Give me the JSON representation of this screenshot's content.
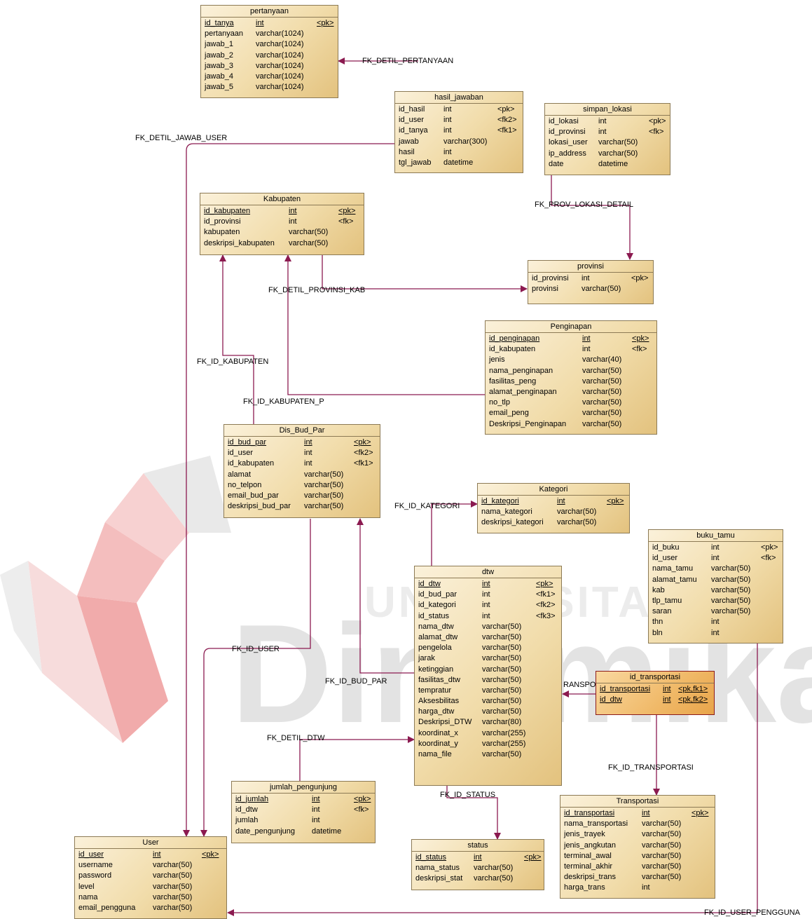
{
  "watermark": {
    "text_upper": "UNIVERSITAS",
    "text_large": "Dinamika"
  },
  "fk_labels": [
    "FK_DETIL_PERTANYAAN",
    "FK_DETIL_JAWAB_USER",
    "FK_PROV_LOKASI_DETAIL",
    "FK_DETIL_PROVINSI_KAB",
    "FK_ID_KABUPATEN",
    "FK_ID_KABUPATEN_P",
    "FK_ID_KATEGORI",
    "FK_ID_USER",
    "FK_ID_BUD_PAR",
    "RANSPO",
    "FK_DETIL_DTW",
    "FK_ID_TRANSPORTASI",
    "FK_ID_STATUS",
    "FK_ID_USER_PENGGUNA"
  ],
  "tables": [
    {
      "name": "pertanyaan",
      "rows": [
        [
          "id_tanya",
          "int",
          "<pk>"
        ],
        [
          "pertanyaan",
          "varchar(1024)",
          ""
        ],
        [
          "jawab_1",
          "varchar(1024)",
          ""
        ],
        [
          "jawab_2",
          "varchar(1024)",
          ""
        ],
        [
          "jawab_3",
          "varchar(1024)",
          ""
        ],
        [
          "jawab_4",
          "varchar(1024)",
          ""
        ],
        [
          "jawab_5",
          "varchar(1024)",
          ""
        ]
      ]
    },
    {
      "name": "hasil_jawaban",
      "rows": [
        [
          "id_hasil",
          "int",
          "<pk>"
        ],
        [
          "id_user",
          "int",
          "<fk2>"
        ],
        [
          "id_tanya",
          "int",
          "<fk1>"
        ],
        [
          "jawab",
          "varchar(300)",
          ""
        ],
        [
          "hasil",
          "int",
          ""
        ],
        [
          "tgl_jawab",
          "datetime",
          ""
        ]
      ]
    },
    {
      "name": "simpan_lokasi",
      "rows": [
        [
          "id_lokasi",
          "int",
          "<pk>"
        ],
        [
          "id_provinsi",
          "int",
          "<fk>"
        ],
        [
          "lokasi_user",
          "varchar(50)",
          ""
        ],
        [
          "ip_address",
          "varchar(50)",
          ""
        ],
        [
          "date",
          "datetime",
          ""
        ]
      ]
    },
    {
      "name": "Kabupaten",
      "rows": [
        [
          "id_kabupaten",
          "int",
          "<pk>"
        ],
        [
          "id_provinsi",
          "int",
          "<fk>"
        ],
        [
          "kabupaten",
          "varchar(50)",
          ""
        ],
        [
          "deskripsi_kabupaten",
          "varchar(50)",
          ""
        ]
      ]
    },
    {
      "name": "provinsi",
      "rows": [
        [
          "id_provinsi",
          "int",
          "<pk>"
        ],
        [
          "provinsi",
          "varchar(50)",
          ""
        ]
      ]
    },
    {
      "name": "Penginapan",
      "rows": [
        [
          "id_penginapan",
          "int",
          "<pk>"
        ],
        [
          "id_kabupaten",
          "int",
          "<fk>"
        ],
        [
          "jenis",
          "varchar(40)",
          ""
        ],
        [
          "nama_penginapan",
          "varchar(50)",
          ""
        ],
        [
          "fasilitas_peng",
          "varchar(50)",
          ""
        ],
        [
          "alamat_penginapan",
          "varchar(50)",
          ""
        ],
        [
          "no_tlp",
          "varchar(50)",
          ""
        ],
        [
          "email_peng",
          "varchar(50)",
          ""
        ],
        [
          "Deskripsi_Penginapan",
          "varchar(50)",
          ""
        ]
      ]
    },
    {
      "name": "Dis_Bud_Par",
      "rows": [
        [
          "id_bud_par",
          "int",
          "<pk>"
        ],
        [
          "id_user",
          "int",
          "<fk2>"
        ],
        [
          "id_kabupaten",
          "int",
          "<fk1>"
        ],
        [
          "alamat",
          "varchar(50)",
          ""
        ],
        [
          "no_telpon",
          "varchar(50)",
          ""
        ],
        [
          "email_bud_par",
          "varchar(50)",
          ""
        ],
        [
          "deskripsi_bud_par",
          "varchar(50)",
          ""
        ]
      ]
    },
    {
      "name": "Kategori",
      "rows": [
        [
          "id_kategori",
          "int",
          "<pk>"
        ],
        [
          "nama_kategori",
          "varchar(50)",
          ""
        ],
        [
          "deskripsi_kategori",
          "varchar(50)",
          ""
        ]
      ]
    },
    {
      "name": "buku_tamu",
      "rows": [
        [
          "id_buku",
          "int",
          "<pk>"
        ],
        [
          "id_user",
          "int",
          "<fk>"
        ],
        [
          "nama_tamu",
          "varchar(50)",
          ""
        ],
        [
          "alamat_tamu",
          "varchar(50)",
          ""
        ],
        [
          "kab",
          "varchar(50)",
          ""
        ],
        [
          "tlp_tamu",
          "varchar(50)",
          ""
        ],
        [
          "saran",
          "varchar(50)",
          ""
        ],
        [
          "thn",
          "int",
          ""
        ],
        [
          "bln",
          "int",
          ""
        ]
      ]
    },
    {
      "name": "dtw",
      "rows": [
        [
          "id_dtw",
          "int",
          "<pk>"
        ],
        [
          "id_bud_par",
          "int",
          "<fk1>"
        ],
        [
          "id_kategori",
          "int",
          "<fk2>"
        ],
        [
          "id_status",
          "int",
          "<fk3>"
        ],
        [
          "nama_dtw",
          "varchar(50)",
          ""
        ],
        [
          "alamat_dtw",
          "varchar(50)",
          ""
        ],
        [
          "pengelola",
          "varchar(50)",
          ""
        ],
        [
          "jarak",
          "varchar(50)",
          ""
        ],
        [
          "ketinggian",
          "varchar(50)",
          ""
        ],
        [
          "fasilitas_dtw",
          "varchar(50)",
          ""
        ],
        [
          "tempratur",
          "varchar(50)",
          ""
        ],
        [
          "Aksesbilitas",
          "varchar(50)",
          ""
        ],
        [
          "harga_dtw",
          "varchar(50)",
          ""
        ],
        [
          "Deskripsi_DTW",
          "varchar(80)",
          ""
        ],
        [
          "koordinat_x",
          "varchar(255)",
          ""
        ],
        [
          "koordinat_y",
          "varchar(255)",
          ""
        ],
        [
          "nama_file",
          "varchar(50)",
          ""
        ]
      ]
    },
    {
      "name": "id_transportasi",
      "rows": [
        [
          "id_transportasi",
          "int",
          "<pk,fk1>"
        ],
        [
          "id_dtw",
          "int",
          "<pk,fk2>"
        ]
      ]
    },
    {
      "name": "jumlah_pengunjung",
      "rows": [
        [
          "id_jumlah",
          "int",
          "<pk>"
        ],
        [
          "id_dtw",
          "int",
          "<fk>"
        ],
        [
          "jumlah",
          "int",
          ""
        ],
        [
          "date_pengunjung",
          "datetime",
          ""
        ]
      ]
    },
    {
      "name": "Transportasi",
      "rows": [
        [
          "id_transportasi",
          "int",
          "<pk>"
        ],
        [
          "nama_transportasi",
          "varchar(50)",
          ""
        ],
        [
          "jenis_trayek",
          "varchar(50)",
          ""
        ],
        [
          "jenis_angkutan",
          "varchar(50)",
          ""
        ],
        [
          "terminal_awal",
          "varchar(50)",
          ""
        ],
        [
          "terminal_akhir",
          "varchar(50)",
          ""
        ],
        [
          "deskripsi_trans",
          "varchar(50)",
          ""
        ],
        [
          "harga_trans",
          "int",
          ""
        ]
      ]
    },
    {
      "name": "status",
      "rows": [
        [
          "id_status",
          "int",
          "<pk>"
        ],
        [
          "nama_status",
          "varchar(50)",
          ""
        ],
        [
          "deskripsi_stat",
          "varchar(50)",
          ""
        ]
      ]
    },
    {
      "name": "User",
      "rows": [
        [
          "id_user",
          "int",
          "<pk>"
        ],
        [
          "username",
          "varchar(50)",
          ""
        ],
        [
          "password",
          "varchar(50)",
          ""
        ],
        [
          "level",
          "varchar(50)",
          ""
        ],
        [
          "nama",
          "varchar(50)",
          ""
        ],
        [
          "email_pengguna",
          "varchar(50)",
          ""
        ]
      ]
    }
  ]
}
